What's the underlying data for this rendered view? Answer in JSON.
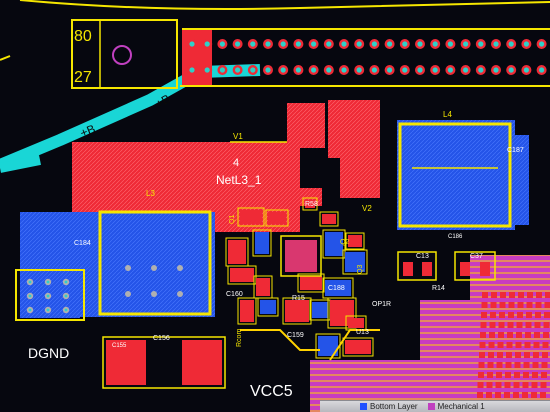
{
  "app": {
    "title": "PCB Layout Editor"
  },
  "board": {
    "connector": {
      "pin_top": "80",
      "pin_bottom": "27"
    },
    "nets": {
      "b_upper": "+B",
      "b_lower": "+B",
      "netl3_number": "4",
      "netl3_name": "NetL3_1",
      "dgnd": "DGND",
      "vcc5": "VCC5"
    },
    "designators": {
      "v1": "V1",
      "v2": "V2",
      "l3": "L3",
      "l4": "L4",
      "c187": "C187",
      "c186": "C186",
      "c184": "C184",
      "r58": "R58",
      "q1": "Q1",
      "q2": "Q2",
      "q3": "Q3",
      "c13": "C13",
      "c37": "C37",
      "r14": "R14",
      "c188": "C188",
      "c159": "C159",
      "c156": "C156",
      "r15": "R15",
      "rcom": "Rcom",
      "c155": "C155",
      "c160": "C160",
      "op1r": "OP1R",
      "u13": "U13"
    }
  },
  "statusbar": {
    "layers": [
      {
        "name": "Bottom Layer",
        "color": "#2050ff"
      },
      {
        "name": "Mechanical 1",
        "color": "#c040c0"
      }
    ]
  }
}
